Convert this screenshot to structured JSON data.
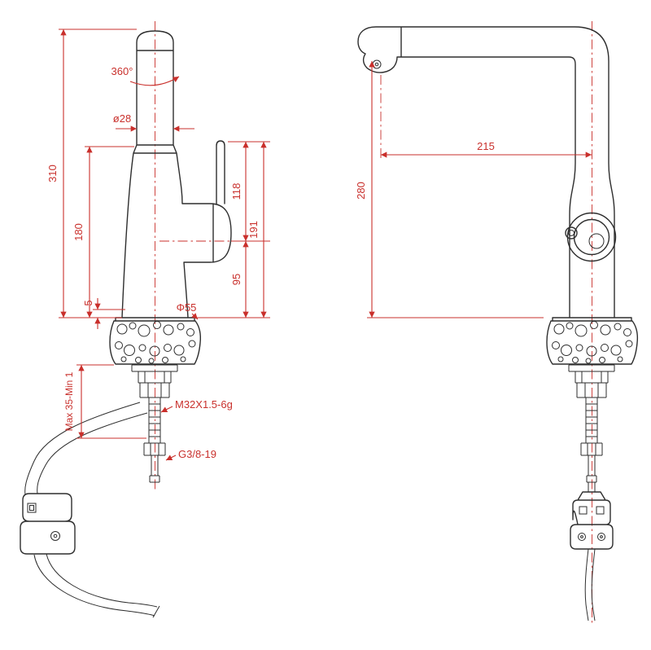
{
  "colors": {
    "line": "#2e2e2e",
    "dim": "#c9302c",
    "background": "#ffffff"
  },
  "drawing": {
    "type": "faucet-technical-drawing",
    "left_view": {
      "dims": {
        "rotation": "360°",
        "spout_diameter": "ø28",
        "total_height": "310",
        "body_height": "180",
        "handle_height": "118",
        "handle_total_height": "191",
        "cartridge_height": "95",
        "flange_lip": "5",
        "base_diameter": "Φ55",
        "deck_thickness_range": "Max 35-Min 1",
        "shank_thread": "M32X1.5-6g",
        "hose_thread": "G3/8-19"
      }
    },
    "right_view": {
      "dims": {
        "spout_reach": "215",
        "spout_height": "280"
      }
    }
  }
}
